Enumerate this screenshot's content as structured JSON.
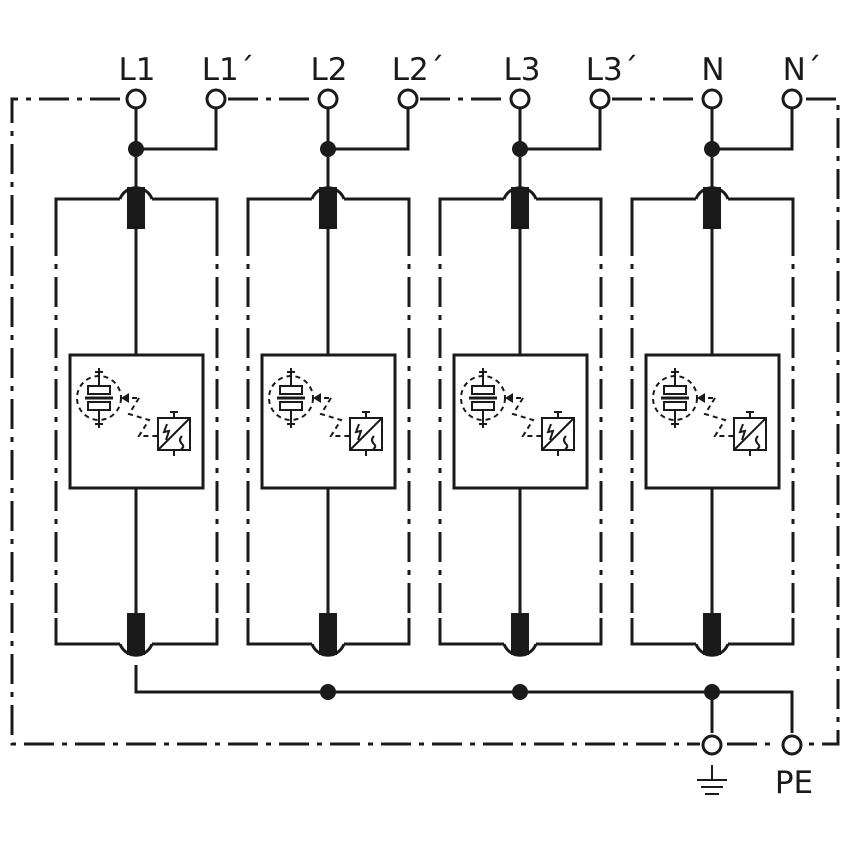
{
  "terminals_top": [
    "L1",
    "L1´",
    "L2",
    "L2´",
    "L3",
    "L3´",
    "N",
    "N´"
  ],
  "terminal_bottom": "PE",
  "modules": [
    {
      "line": "L1",
      "through": "L1´"
    },
    {
      "line": "L2",
      "through": "L2´"
    },
    {
      "line": "L3",
      "through": "L3´"
    },
    {
      "line": "N",
      "through": "N´"
    }
  ],
  "icons": {
    "ground": "earth-ground-icon",
    "arrester": "spark-gap-icon",
    "disconnector": "thermal-disconnector-icon",
    "fuse": "fuse-icon",
    "terminal": "terminal-circle-icon",
    "junction": "junction-dot-icon"
  },
  "colors": {
    "stroke": "#1a1a1a",
    "background": "#ffffff"
  }
}
